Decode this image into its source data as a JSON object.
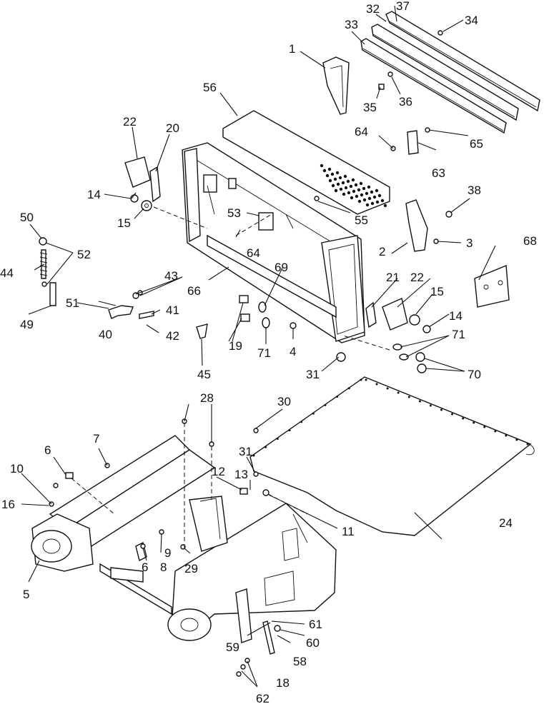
{
  "callouts": [
    {
      "id": "1",
      "text": "1"
    },
    {
      "id": "2",
      "text": "2"
    },
    {
      "id": "3",
      "text": "3"
    },
    {
      "id": "4",
      "text": "4"
    },
    {
      "id": "5",
      "text": "5"
    },
    {
      "id": "6a",
      "text": "6"
    },
    {
      "id": "6b",
      "text": "6"
    },
    {
      "id": "7",
      "text": "7"
    },
    {
      "id": "8",
      "text": "8"
    },
    {
      "id": "9",
      "text": "9"
    },
    {
      "id": "10",
      "text": "10"
    },
    {
      "id": "11",
      "text": "11"
    },
    {
      "id": "12",
      "text": "12"
    },
    {
      "id": "13",
      "text": "13"
    },
    {
      "id": "14a",
      "text": "14"
    },
    {
      "id": "14b",
      "text": "14"
    },
    {
      "id": "15a",
      "text": "15"
    },
    {
      "id": "15b",
      "text": "15"
    },
    {
      "id": "16",
      "text": "16"
    },
    {
      "id": "18",
      "text": "18"
    },
    {
      "id": "19",
      "text": "19"
    },
    {
      "id": "20",
      "text": "20"
    },
    {
      "id": "21",
      "text": "21"
    },
    {
      "id": "22a",
      "text": "22"
    },
    {
      "id": "22b",
      "text": "22"
    },
    {
      "id": "24",
      "text": "24"
    },
    {
      "id": "28",
      "text": "28"
    },
    {
      "id": "29",
      "text": "29"
    },
    {
      "id": "30",
      "text": "30"
    },
    {
      "id": "31a",
      "text": "31"
    },
    {
      "id": "31b",
      "text": "31"
    },
    {
      "id": "32",
      "text": "32"
    },
    {
      "id": "33",
      "text": "33"
    },
    {
      "id": "34",
      "text": "34"
    },
    {
      "id": "35",
      "text": "35"
    },
    {
      "id": "36",
      "text": "36"
    },
    {
      "id": "37",
      "text": "37"
    },
    {
      "id": "38",
      "text": "38"
    },
    {
      "id": "40",
      "text": "40"
    },
    {
      "id": "41",
      "text": "41"
    },
    {
      "id": "42",
      "text": "42"
    },
    {
      "id": "43",
      "text": "43"
    },
    {
      "id": "44",
      "text": "44"
    },
    {
      "id": "45",
      "text": "45"
    },
    {
      "id": "49",
      "text": "49"
    },
    {
      "id": "50",
      "text": "50"
    },
    {
      "id": "51",
      "text": "51"
    },
    {
      "id": "52",
      "text": "52"
    },
    {
      "id": "53",
      "text": "53"
    },
    {
      "id": "55",
      "text": "55"
    },
    {
      "id": "56",
      "text": "56"
    },
    {
      "id": "58",
      "text": "58"
    },
    {
      "id": "59",
      "text": "59"
    },
    {
      "id": "60",
      "text": "60"
    },
    {
      "id": "61",
      "text": "61"
    },
    {
      "id": "62",
      "text": "62"
    },
    {
      "id": "63",
      "text": "63"
    },
    {
      "id": "64a",
      "text": "64"
    },
    {
      "id": "64b",
      "text": "64"
    },
    {
      "id": "65",
      "text": "65"
    },
    {
      "id": "66",
      "text": "66"
    },
    {
      "id": "68",
      "text": "68"
    },
    {
      "id": "69",
      "text": "69"
    },
    {
      "id": "70",
      "text": "70"
    },
    {
      "id": "71a",
      "text": "71"
    },
    {
      "id": "71b",
      "text": "71"
    }
  ]
}
